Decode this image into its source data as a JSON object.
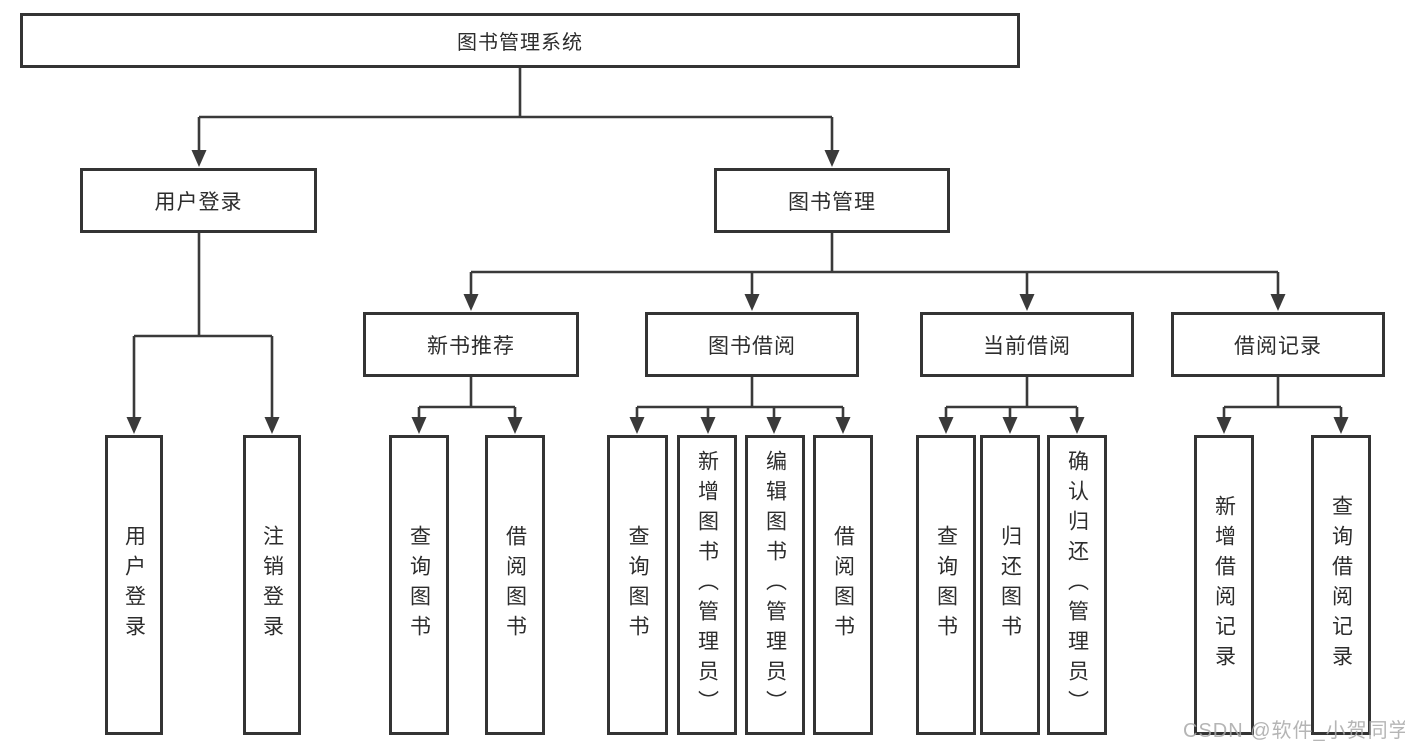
{
  "diagram": {
    "title": "图书管理系统",
    "user_branch": {
      "label": "用户登录",
      "children": [
        "用户登录",
        "注销登录"
      ]
    },
    "book_branch": {
      "label": "图书管理",
      "modules": [
        {
          "label": "新书推荐",
          "children": [
            "查询图书",
            "借阅图书"
          ]
        },
        {
          "label": "图书借阅",
          "children": [
            "查询图书",
            "新增图书（管理员）",
            "编辑图书（管理员）",
            "借阅图书"
          ]
        },
        {
          "label": "当前借阅",
          "children": [
            "查询图书",
            "归还图书",
            "确认归还（管理员）"
          ]
        },
        {
          "label": "借阅记录",
          "children": [
            "新增借阅记录",
            "查询借阅记录"
          ]
        }
      ]
    }
  },
  "watermark": {
    "text": "CSDN @软件_小贺同学"
  },
  "colors": {
    "line": "#3a3a3a",
    "box_border": "#343434",
    "text": "#2d2d2d",
    "watermark": "#a9a9a9",
    "background": "#ffffff"
  }
}
